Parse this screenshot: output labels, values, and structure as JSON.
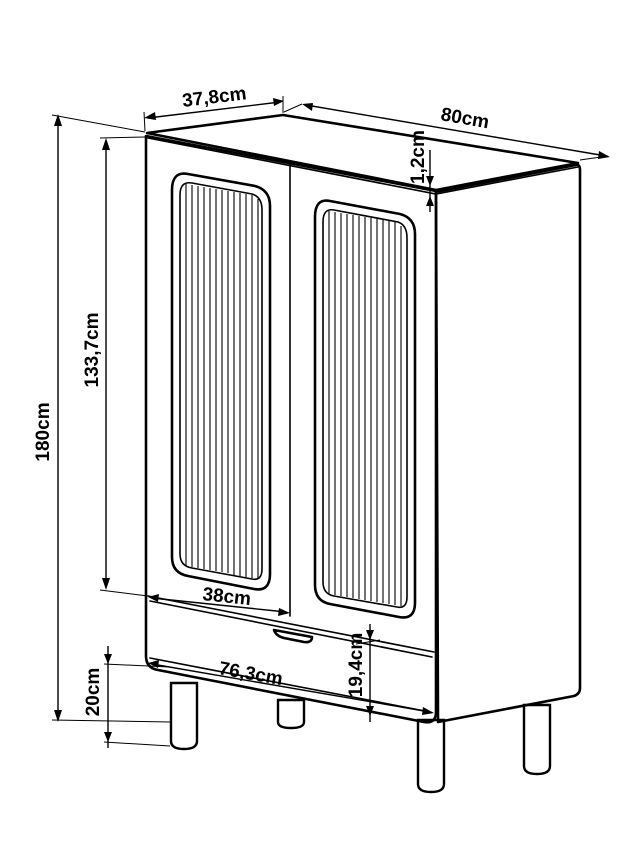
{
  "dimensions": {
    "depth": "37,8cm",
    "width": "80cm",
    "top_thickness": "1,2cm",
    "total_height": "180cm",
    "door_height": "133,7cm",
    "door_width": "38cm",
    "drawer_width": "76,3cm",
    "drawer_height": "19,4cm",
    "leg_height": "20cm"
  }
}
